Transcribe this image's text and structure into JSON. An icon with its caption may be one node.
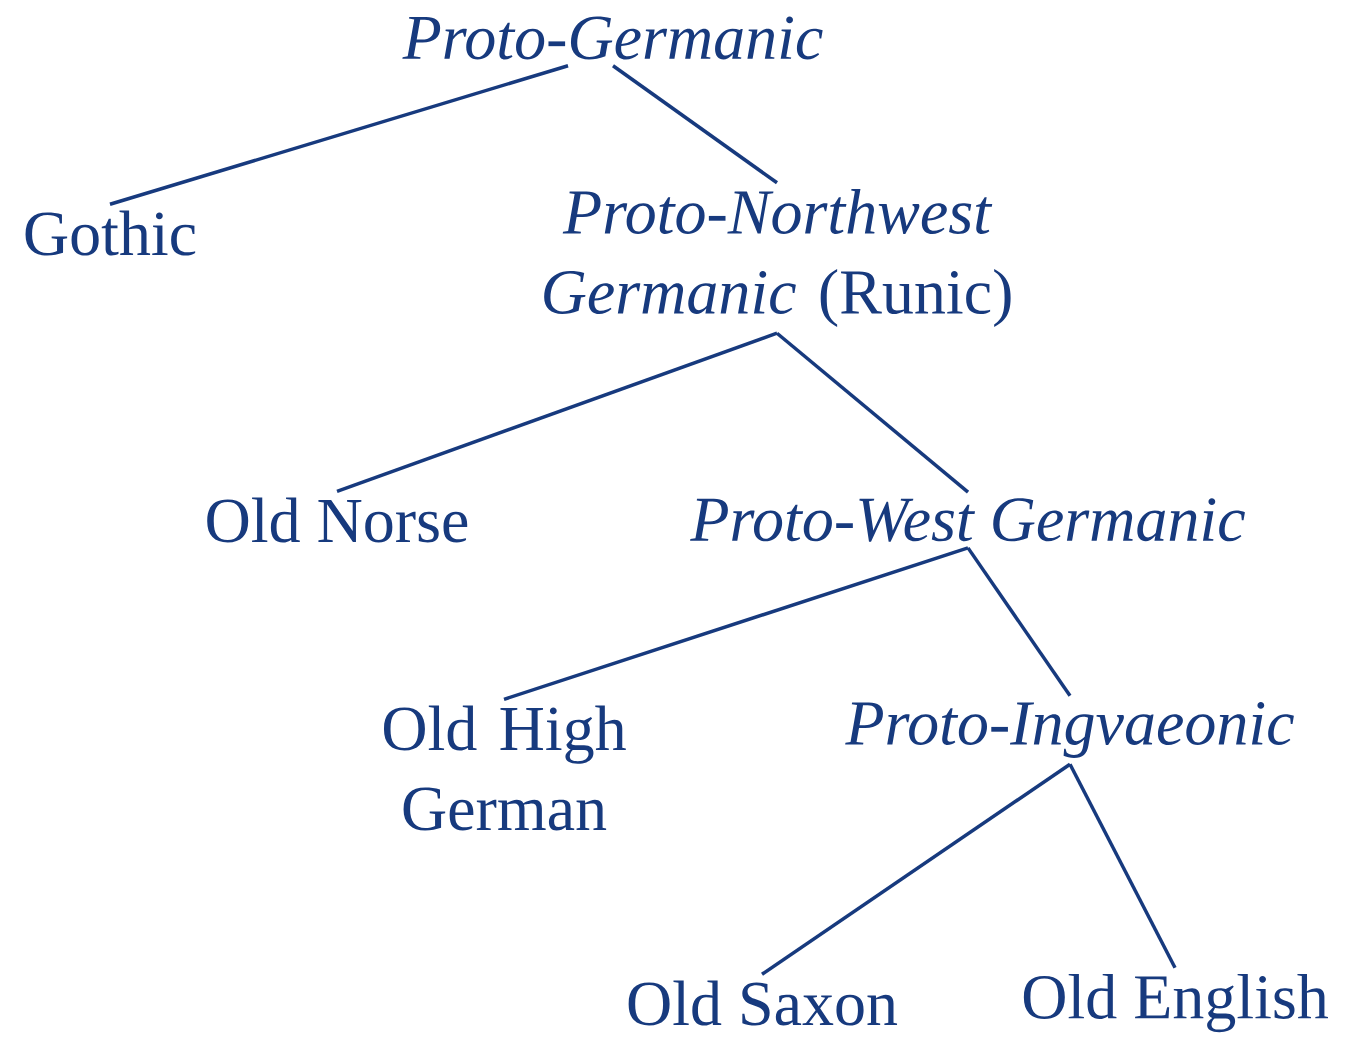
{
  "diagram": {
    "nodes": [
      {
        "text": [
          "Proto-Germanic"
        ]
      },
      {
        "text": [
          "Gothic"
        ]
      },
      {
        "text": [
          "*Proto-Northwest Germanic* (Runic)"
        ]
      },
      {
        "text": [
          "Old Norse"
        ]
      },
      {
        "text": [
          "Proto-West Germanic"
        ]
      },
      {
        "text": [
          "Old High German"
        ]
      },
      {
        "text": [
          "Proto-Ingvaeonic"
        ]
      },
      {
        "text": [
          "Old Saxon"
        ]
      },
      {
        "text": [
          "Old English"
        ]
      }
    ],
    "edges": [
      {
        "from": 0,
        "to": 1,
        "arrow": "none"
      },
      {
        "from": 0,
        "to": 2,
        "arrow": "none"
      },
      {
        "from": 2,
        "to": 3,
        "arrow": "none"
      },
      {
        "from": 2,
        "to": 4,
        "arrow": "none"
      },
      {
        "from": 4,
        "to": 5,
        "arrow": "none"
      },
      {
        "from": 4,
        "to": 6,
        "arrow": "none"
      },
      {
        "from": 6,
        "to": 7,
        "arrow": "none"
      },
      {
        "from": 6,
        "to": 8,
        "arrow": "none"
      }
    ]
  }
}
